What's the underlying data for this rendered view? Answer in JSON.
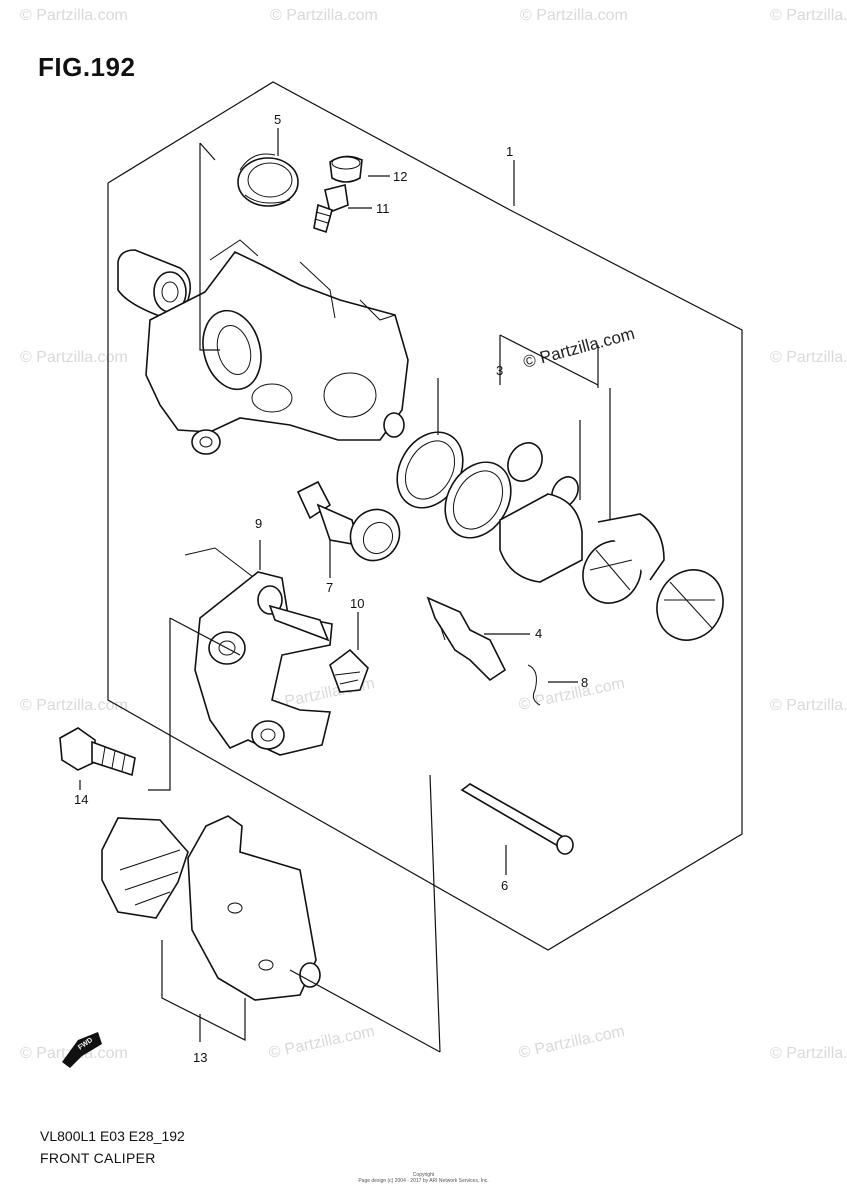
{
  "figure": {
    "title": "FIG.192",
    "model_code": "VL800L1 E03 E28_192",
    "description": "FRONT CALIPER",
    "copyright_line1": "Copyright",
    "copyright_line2": "Page design (c) 2004 - 2017 by ARI Network Services, Inc."
  },
  "watermark": {
    "text": "© Partzilla.com",
    "main_text": "© Partzilla.com",
    "color": "#d9d9d9"
  },
  "callouts": [
    {
      "id": "1",
      "label": "1"
    },
    {
      "id": "3",
      "label": "3"
    },
    {
      "id": "4",
      "label": "4"
    },
    {
      "id": "5",
      "label": "5"
    },
    {
      "id": "6",
      "label": "6"
    },
    {
      "id": "7",
      "label": "7"
    },
    {
      "id": "8",
      "label": "8"
    },
    {
      "id": "9",
      "label": "9"
    },
    {
      "id": "10",
      "label": "10"
    },
    {
      "id": "11",
      "label": "11"
    },
    {
      "id": "12",
      "label": "12"
    },
    {
      "id": "13",
      "label": "13"
    },
    {
      "id": "14",
      "label": "14"
    }
  ],
  "direction_icon": {
    "label": "FWD"
  }
}
